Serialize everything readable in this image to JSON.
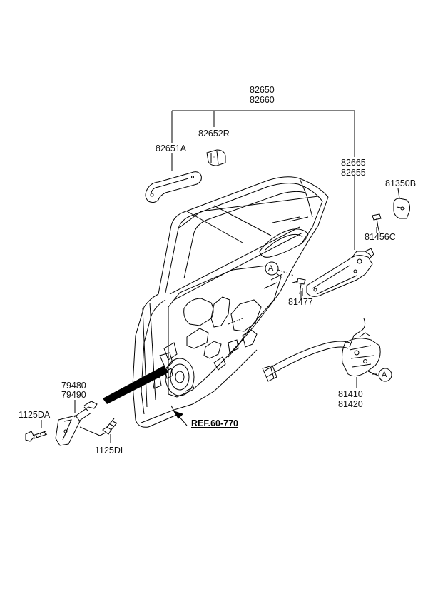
{
  "labels": {
    "p82650": "82650",
    "p82660": "82660",
    "p82652R": "82652R",
    "p82651A": "82651A",
    "p82665": "82665",
    "p82655": "82655",
    "p81350B": "81350B",
    "p81456C": "81456C",
    "p81477": "81477",
    "p79480": "79480",
    "p79490": "79490",
    "p1125DA": "1125DA",
    "p1125DL": "1125DL",
    "p81410": "81410",
    "p81420": "81420",
    "ref": "REF.60-770",
    "calloutA1": "A",
    "calloutA2": "A"
  }
}
